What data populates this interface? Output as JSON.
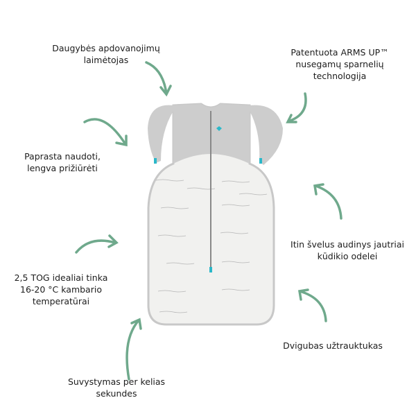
{
  "features": [
    {
      "line1": "Daugybės apdovanojimų",
      "line2": "laimėtojas"
    },
    {
      "line1": "Patentuota ARMS UP™",
      "line2": "nusegamų sparnelių",
      "line3": "technologija"
    },
    {
      "line1": "Paprasta naudoti,",
      "line2": "lengva prižiūrėti"
    },
    {
      "line1": "2,5 TOG idealiai tinka",
      "line2": "16-20 °C kambario",
      "line3": "temperatūrai"
    },
    {
      "line1": "Itin švelus audinys jautriai",
      "line2": "kūdikio odelei"
    },
    {
      "line1": "Dvigubas užtrauktukas"
    },
    {
      "line1": "Suvystymas per kelias",
      "line2": "sekundes"
    }
  ],
  "colors": {
    "arrow": "#6fa98c",
    "accent": "#2bb8c9",
    "grey": "#c4c4c4",
    "fabric": "#f1f1ef"
  }
}
